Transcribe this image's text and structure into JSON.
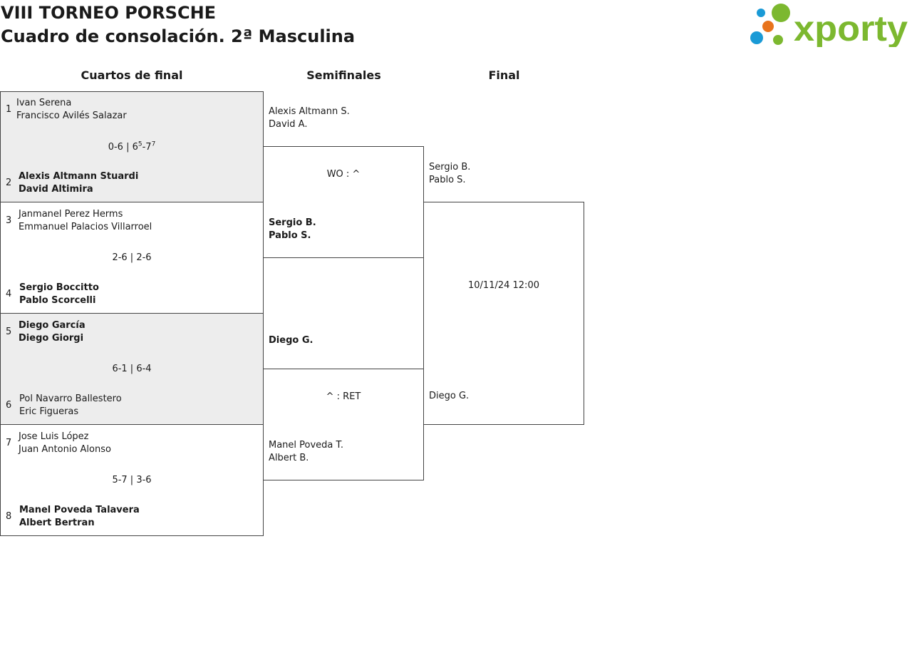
{
  "header": {
    "title": "VIII TORNEO PORSCHE",
    "subtitle": "Cuadro de consolación. 2ª Masculina",
    "logo_text": "xporty",
    "colors": {
      "logo_green": "#7cb82f",
      "logo_blue": "#1a9ad6",
      "logo_orange": "#e8731c"
    }
  },
  "rounds": {
    "quarterfinals": "Cuartos de final",
    "semifinals": "Semifinales",
    "final": "Final"
  },
  "quarterfinals": [
    {
      "top": {
        "seed": "1",
        "p1": "Ivan Serena",
        "p2": "Francisco Avilés Salazar"
      },
      "score": {
        "a": "0-6 | 6",
        "a_sup": "5",
        "b": "-7",
        "b_sup": "7"
      },
      "bottom": {
        "seed": "2",
        "p1": "Alexis Altmann Stuardi",
        "p2": "David Altimira"
      },
      "winner": "bottom"
    },
    {
      "top": {
        "seed": "3",
        "p1": "Janmanel Perez Herms",
        "p2": "Emmanuel Palacios Villarroel"
      },
      "score": "2-6 | 2-6",
      "bottom": {
        "seed": "4",
        "p1": "Sergio Boccitto",
        "p2": "Pablo Scorcelli"
      },
      "winner": "bottom"
    },
    {
      "top": {
        "seed": "5",
        "p1": "Diego García",
        "p2": "Diego Giorgi"
      },
      "score": "6-1 | 6-4",
      "bottom": {
        "seed": "6",
        "p1": "Pol Navarro Ballestero",
        "p2": "Eric Figueras"
      },
      "winner": "top"
    },
    {
      "top": {
        "seed": "7",
        "p1": "Jose Luis López",
        "p2": "Juan Antonio Alonso"
      },
      "score": "5-7 | 3-6",
      "bottom": {
        "seed": "8",
        "p1": "Manel Poveda Talavera",
        "p2": "Albert Bertran"
      },
      "winner": "bottom"
    }
  ],
  "semifinals": [
    {
      "top": {
        "p1": "Alexis Altmann S.",
        "p2": "David A."
      },
      "score": "WO : ^",
      "bottom": {
        "p1": "Sergio B.",
        "p2": "Pablo S."
      },
      "winner": "bottom"
    },
    {
      "top": {
        "p1": "Diego G."
      },
      "score": "^ : RET",
      "bottom": {
        "p1": "Manel Poveda T.",
        "p2": "Albert B."
      },
      "winner": "top"
    }
  ],
  "final": {
    "top": {
      "p1": "Sergio B.",
      "p2": "Pablo S."
    },
    "datetime": "10/11/24 12:00",
    "bottom": {
      "p1": "Diego G."
    }
  }
}
